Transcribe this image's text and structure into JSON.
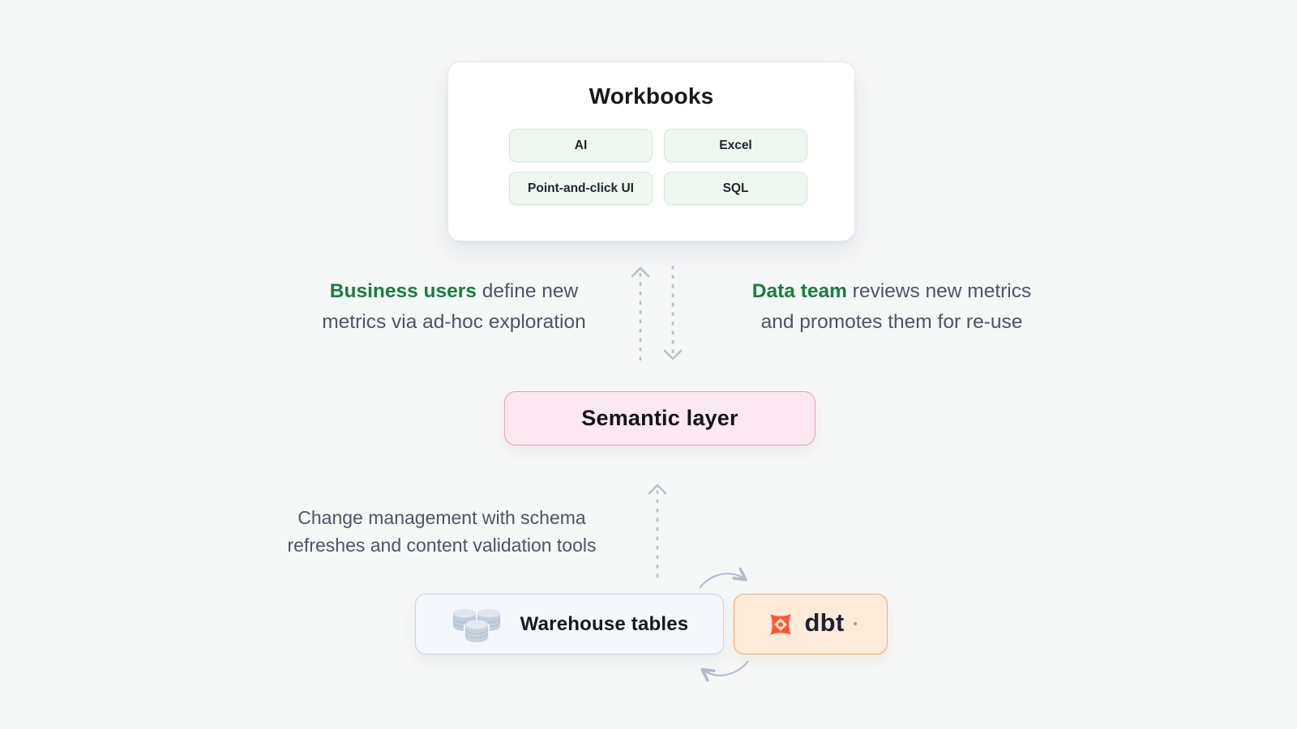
{
  "diagram_title": "Workbooks / Semantic layer / Warehouse data flow",
  "colors": {
    "page_background": "#f6f7f7",
    "accent_green": "#15803d",
    "body_text": "#4b5563",
    "heading_text": "#16181d",
    "chip_background": "#eef8f1",
    "chip_border": "#d2e9d9",
    "semantic_background": "#fce8f0",
    "semantic_border": "#f29cbe",
    "warehouse_background": "#f4f8fc",
    "warehouse_border": "#c8d4e2",
    "dbt_background": "#fdead9",
    "dbt_border": "#f1a873",
    "dbt_orange": "#ff5636",
    "dbt_navy": "#1d222e",
    "arrow_gray": "#b9c0cd"
  },
  "workbooks": {
    "title": "Workbooks",
    "chips": [
      "AI",
      "Excel",
      "Point-and-click UI",
      "SQL"
    ]
  },
  "semantic_layer": {
    "label": "Semantic layer"
  },
  "warehouse": {
    "label": "Warehouse tables",
    "icon": "database-cylinders-icon"
  },
  "dbt": {
    "label": "dbt",
    "icon": "dbt-pinwheel-logo"
  },
  "annotations": {
    "left": {
      "lines": [
        {
          "lead": "Business users",
          "rest": " define new"
        },
        {
          "lead": "",
          "rest": "metrics via ad-hoc exploration"
        }
      ]
    },
    "right": {
      "lines": [
        {
          "lead": "Data team",
          "rest": " reviews new metrics"
        },
        {
          "lead": "",
          "rest": "and promotes them for re-use"
        }
      ]
    },
    "bottom": {
      "lines": [
        {
          "lead": "",
          "rest": "Change management with schema"
        },
        {
          "lead": "",
          "rest": "refreshes and content validation tools"
        }
      ]
    }
  }
}
